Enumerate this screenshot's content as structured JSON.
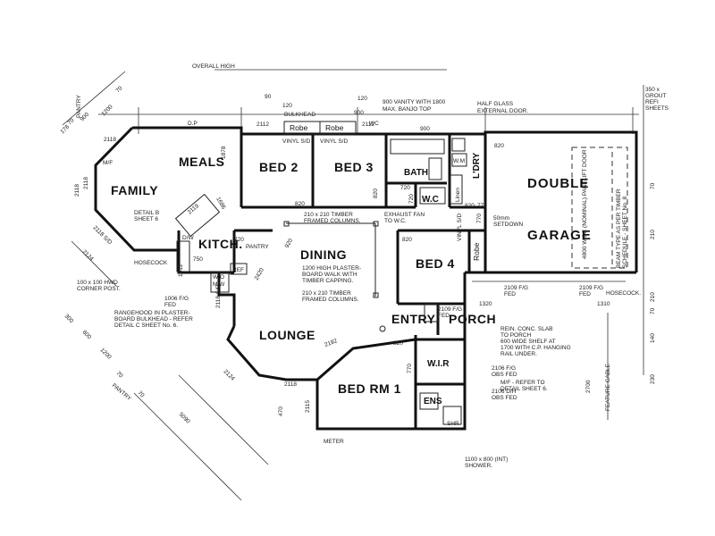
{
  "rooms": {
    "meals": "MEALS",
    "family": "FAMILY",
    "bed2": "BED 2",
    "bed3": "BED 3",
    "bath": "BATH",
    "wc": "W.C",
    "linen": "Linen",
    "ldry": "L'DRY",
    "wm": "W.M",
    "double": "DOUBLE",
    "garage": "GARAGE",
    "kitch": "KITCH.",
    "pantry": "PANTRY",
    "dining": "DINING",
    "bed4": "BED 4",
    "robe": "Robe",
    "lounge": "LOUNGE",
    "entry": "ENTRY",
    "porch": "PORCH",
    "wir": "W.I.R",
    "bedrm1": "BED RM 1",
    "ens": "ENS"
  },
  "fixtures": {
    "dw": "D/W",
    "ref": "REF",
    "mw": "M/W",
    "wo": "W/O",
    "shr": "SHR"
  },
  "labels": {
    "bulkhead": "BULKHEAD",
    "robe_a": "Robe",
    "robe_b": "Robe",
    "vinyl_sd_a": "VINYL S/D",
    "vinyl_sd_b": "VINYL S/D",
    "vinyl_sd_c": "VINYL S/D",
    "vanity": "900 VANITY WITH 1800",
    "vanity2": "MAX. BANJO TOP",
    "half_glass": "HALF GLASS",
    "half_glass2": "EXTERNAL DOOR.",
    "panelift": "4800 WIDE (NOMINAL) PANELIFT DOOR",
    "beam": "BEAM TYPE AS PER TIMBER",
    "beam2": "SCHEDULE - SHEET No. 8",
    "setdown": "50mm",
    "setdown2": "SETDOWN",
    "exhaust": "EXHAUST FAN",
    "exhaust2": "TO W.C.",
    "timber_cols": "210 x 210 TIMBER",
    "timber_cols2": "FRAMED COLUMNS.",
    "plaster_wall": "1200 HIGH PLASTER-",
    "plaster_wall2": "BOARD WALK WITH",
    "plaster_wall3": "TIMBER CAPPING.",
    "framed_cols": "210 x 210 TIMBER",
    "framed_cols2": "FRAMED COLUMNS.",
    "detail_b": "DETAIL B",
    "detail_b2": "SHEET 6",
    "hosecock_l": "HOSECOCK",
    "hosecock_r": "HOSECOCK.",
    "corner_post": "100 x 100 HWD",
    "corner_post2": "CORNER POST.",
    "rangehood": "RANGEHOOD IN PLASTER-",
    "rangehood2": "BOARD BULKHEAD - REFER",
    "rangehood3": "DETAIL C SHEET No. 6.",
    "rein_slab": "REIN. CONC. SLAB",
    "rein_slab2": "TO PORCH",
    "shelf": "600 WIDE SHELF AT",
    "shelf2": "1700 WITH C.P. HANGING",
    "shelf3": "RAIL UNDER.",
    "mf_refer": "M/F - REFER TO",
    "mf_refer2": "DETAIL SHEET 6.",
    "shower": "1100 x 800 (INT)",
    "shower2": "SHOWER.",
    "meter": "METER",
    "pantry_top": "PANTRY",
    "pantry_left": "PANTRY",
    "feature_cable": "FEATURE CABLE",
    "concrete": "350 x",
    "concrete2": "GROUT",
    "concrete3": "REFI",
    "concrete4": "SHEETS",
    "obs1": "2106 F/G",
    "obs1b": "OBS FED",
    "obs2": "2106 D/H",
    "obs2b": "OBS FED",
    "fg_porch": "2109 F/G",
    "fg_porch2": "FED",
    "fg_a": "2109 F/G",
    "fg_a2": "FED",
    "fg_b": "2109 F/G",
    "fg_b2": "FED",
    "fg_lower": "1006 F/G",
    "fg_lower2": "FED",
    "dp": "D.P",
    "mf": "M/F",
    "top_label": "OVERALL HIGH"
  },
  "dimensions": {
    "d2112a": "2112",
    "d2112b": "2112",
    "d2118a": "2118",
    "d2118b": "2118",
    "d2118c": "2118",
    "d2118d": "2118",
    "d2118sd": "2118 S/D",
    "d2118sd2": "2118 S/D",
    "d2124a": "2124",
    "d2124b": "2124",
    "d1878": "1878",
    "d1686": "1686",
    "d2119": "2119",
    "d820a": "820",
    "d820b": "820",
    "d820c": "820",
    "d820d": "820",
    "d820e": "820",
    "d820f": "820",
    "d720a": "720",
    "d720b": "720",
    "d770a": "770",
    "d770b": "770",
    "d770c": "770",
    "d750": "750",
    "d720c": "720",
    "d2420": "2420",
    "d920": "920",
    "d2192": "2192",
    "d1320": "1320",
    "d1310": "1310",
    "d1012": "1012",
    "d2115": "2115",
    "d470": "470",
    "d2700": "2700",
    "d5090": "5090",
    "d1200a": "1200",
    "d1200b": "1200",
    "d900a": "900",
    "d300": "300",
    "d600": "600",
    "d70a": "70",
    "d70b": "70",
    "d70c": "70",
    "d70d": "70",
    "d178": "178",
    "d90": "90",
    "d120a": "120",
    "d120b": "120",
    "d70e": "70",
    "d210a": "210",
    "d210b": "210",
    "d140": "140",
    "d230": "230",
    "d70f": "70",
    "dw_b": "WC",
    "d900b": "900",
    "d900c": "900"
  }
}
